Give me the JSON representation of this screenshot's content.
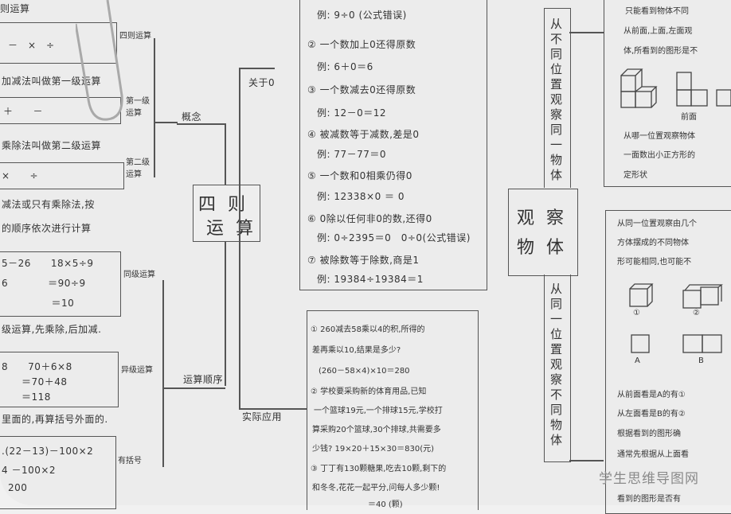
{
  "center": {
    "title_line1": "四 则",
    "title_line2": "运 算"
  },
  "branches": {
    "concept": "概念",
    "order": "运算顺序",
    "zero": "关于0",
    "application": "实际应用"
  },
  "left": {
    "top_partial": "则运算",
    "sub_labels": [
      "四则运算",
      "第一级运算",
      "第二级运算",
      "同级运算",
      "异级运算",
      "有括号"
    ],
    "lines": [
      "－　×　÷",
      "加减法叫做第一级运算",
      "＋　　－",
      "乘除法叫做第二级运算",
      "×　　÷",
      "减法或只有乘除法,按",
      "的顺序依次进行计算",
      "5－26　　18×5÷9",
      "6　　　　＝90÷9",
      "　　　　　＝10",
      "级运算,先乘除,后加减.",
      "8　　70＋6×8",
      "　　＝70＋48",
      "　　＝118",
      "里面的,再算括号外面的.",
      ".(22－13)－100×2",
      "4 －100×2",
      "200"
    ]
  },
  "zero_rules": [
    "例: 9÷0 (公式错误)",
    "② 一个数加上0还得原数",
    "例: 6＋0＝6",
    "③ 一个数减去0还得原数",
    "例: 12－0＝12",
    "④ 被减数等于减数,差是0",
    "例: 77－77＝0",
    "⑤ 一个数和0相乘仍得0",
    "例: 12338×0 ＝ 0",
    "⑥ 0除以任何非0的数,还得0",
    "例: 0÷2395＝0　0÷0(公式错误)",
    "⑦ 被除数等于除数,商是1",
    "例: 19384÷19384＝1"
  ],
  "applications": [
    "① 260减去58乘以4的积,所得的",
    "差再乘以10,结果是多少?",
    "(260－58×4)×10＝280",
    "② 学校要采购新的体育用品,已知",
    "一个篮球19元,一个排球15元,学校打",
    "算采购20个篮球,30个排球,共需要多",
    "少钱? 19×20＋15×30＝830(元)",
    "③ 丁丁有130颗糖果,吃去10颗,剩下的",
    "和冬冬,花花一起平分,问每人多少颗!",
    "　　　　　　　＝40 (颗)"
  ],
  "observe": {
    "title_line1": "观 察",
    "title_line2": "物 体",
    "branch_top": "从不同位置观察同一物体",
    "branch_bottom": "从同一位置观察不同物体",
    "box1_lines": [
      "只能看到物体不同",
      "从前面,上面,左面观",
      "体,所看到的图形是不",
      "从哪一位置观察物体",
      "一面数出小正方形的",
      "定形状"
    ],
    "box1_caption": "前面",
    "box2_lines": [
      "从同一位置观察由几个",
      "方体摆成的不同物体",
      "形可能相同,也可能不"
    ],
    "box2_labels": [
      "①",
      "②",
      "A",
      "B"
    ],
    "box2_bottom_lines": [
      "从前面看是A的有①",
      "从左面看是B的有②",
      "根据看到的图形确",
      "通常先根据从上面看",
      "看到的图形是否有"
    ]
  },
  "watermark": "学生思维导图网",
  "colors": {
    "paper": "#ececec",
    "ink": "#333333",
    "watermark": "#8a8a8a"
  }
}
